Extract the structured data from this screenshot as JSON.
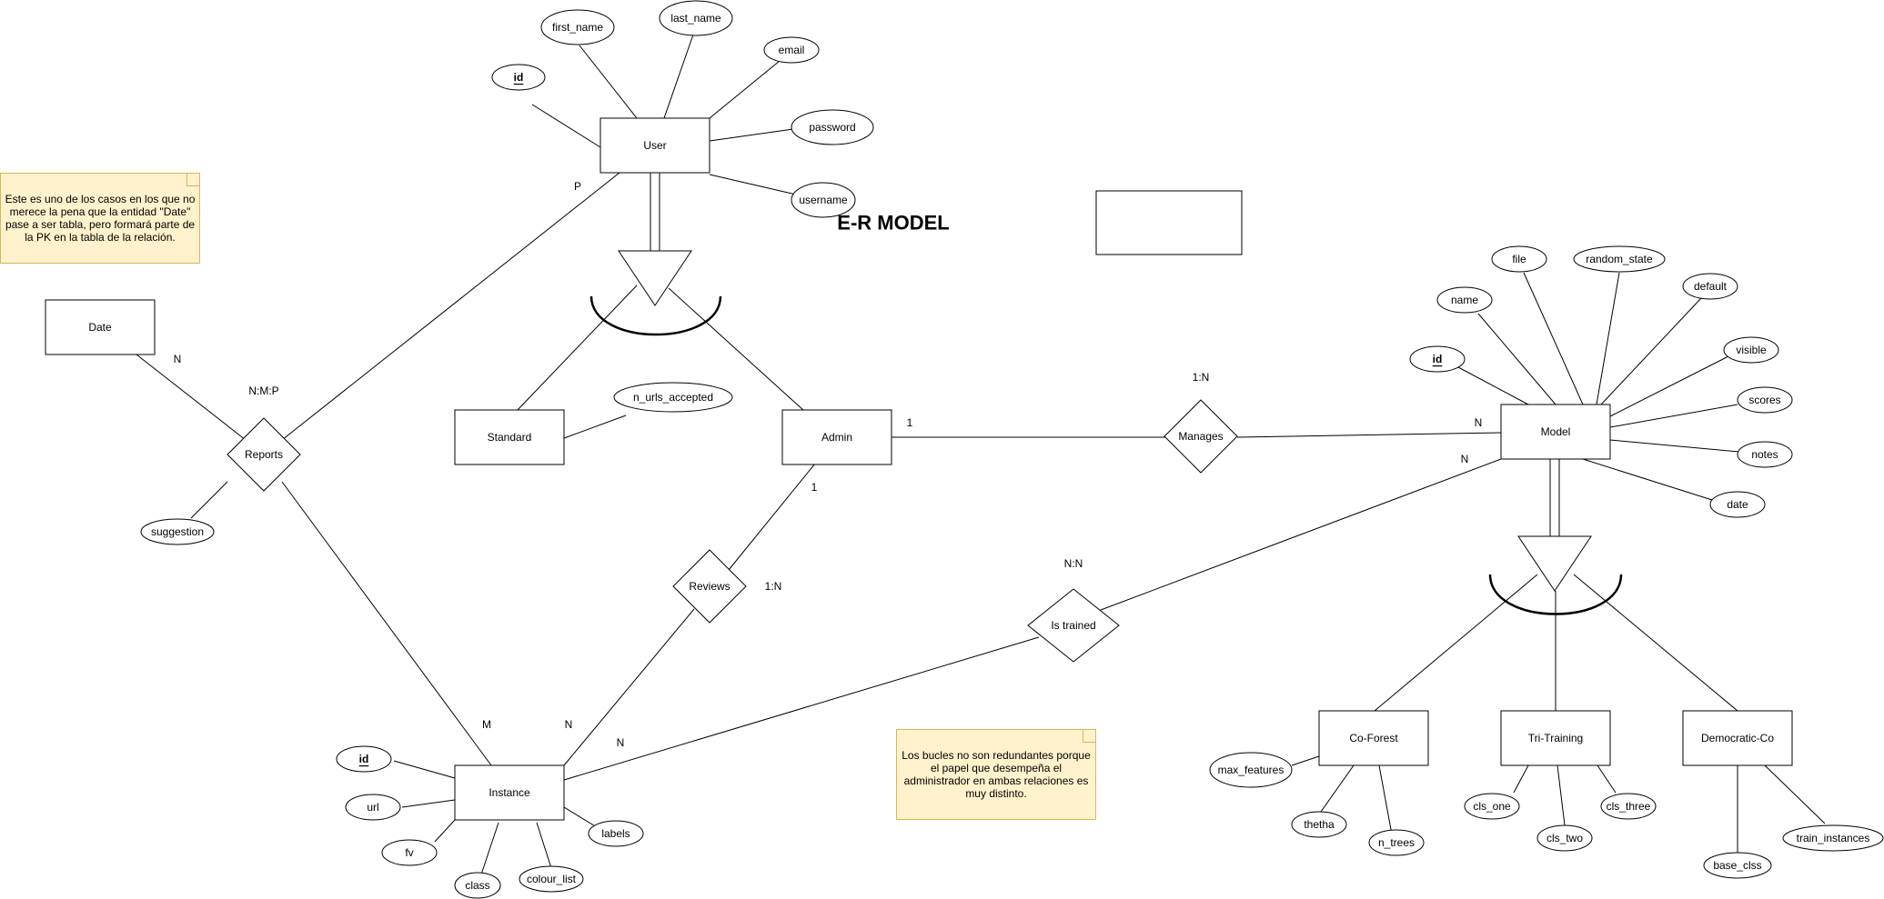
{
  "title": "E-R MODEL",
  "entities": {
    "user": "User",
    "standard": "Standard",
    "admin": "Admin",
    "date": "Date",
    "instance": "Instance",
    "model": "Model",
    "co_forest": "Co-Forest",
    "tri_training": "Tri-Training",
    "democratic_co": "Democratic-Co"
  },
  "relationships": {
    "reports": "Reports",
    "reviews": "Reviews",
    "manages": "Manages",
    "is_trained": "Is trained"
  },
  "attributes": {
    "user_id": "id",
    "first_name": "first_name",
    "last_name": "last_name",
    "email": "email",
    "password": "password",
    "username": "username",
    "n_urls_accepted": "n_urls_accepted",
    "suggestion": "suggestion",
    "instance_id": "id",
    "url": "url",
    "fv": "fv",
    "class": "class",
    "colour_list": "colour_list",
    "labels": "labels",
    "model_id": "id",
    "name": "name",
    "file": "file",
    "random_state": "random_state",
    "default": "default",
    "visible": "visible",
    "scores": "scores",
    "notes": "notes",
    "date": "date",
    "max_features": "max_features",
    "thetha": "thetha",
    "n_trees": "n_trees",
    "cls_one": "cls_one",
    "cls_two": "cls_two",
    "cls_three": "cls_three",
    "base_clss": "base_clss",
    "train_instances": "train_instances"
  },
  "cardinalities": {
    "reports_ratio": "N:M:P",
    "user_reports": "P",
    "date_reports": "N",
    "instance_reports": "M",
    "reviews_ratio": "1:N",
    "admin_reviews": "1",
    "instance_reviews": "N",
    "manages_ratio": "1:N",
    "admin_manages": "1",
    "model_manages": "N",
    "is_trained_ratio": "N:N",
    "model_is_trained": "N",
    "instance_is_trained": "N"
  },
  "notes": {
    "date_note": "Este es uno de los casos en los que no merece la pena que la entidad \"Date\" pase a ser tabla, pero formará parte de la PK en la tabla de la relación.",
    "loops_note": "Los bucles no son redundantes porque el papel que desempeña el administrador en ambas relaciones es muy distinto."
  },
  "colors": {
    "note_fill": "#fff2cc",
    "note_border": "#d6b656",
    "stroke": "#000000"
  }
}
